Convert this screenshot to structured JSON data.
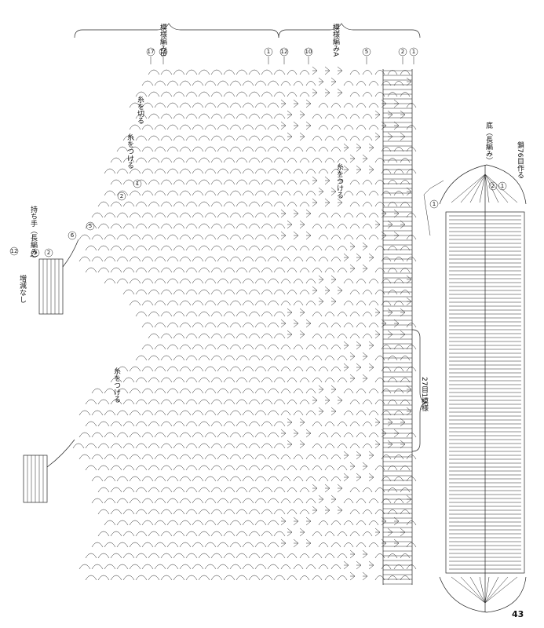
{
  "labels": {
    "pattern_b": "模様編みB",
    "pattern_a": "模様編みA",
    "handle": "持ち手（長編み）",
    "no_inc_dec": "増減なし",
    "attach_yarn_1": "糸をつける",
    "attach_yarn_2": "糸をつける",
    "attach_yarn_3": "糸をつける",
    "cut_yarn": "糸を切る",
    "repeat": "27目1模様",
    "bottom": "底（長編み）",
    "chain_start": "鎖76目作る",
    "page_number": "43"
  },
  "row_markers_top": [
    "17",
    "16",
    "1",
    "12",
    "10",
    "5",
    "2",
    "1"
  ],
  "handle_markers": [
    "12",
    "3",
    "2",
    "6",
    "5"
  ],
  "body_markers": [
    "2",
    "1"
  ],
  "bottom_markers": [
    "1",
    "2",
    "1"
  ],
  "ellipsis": "〜"
}
